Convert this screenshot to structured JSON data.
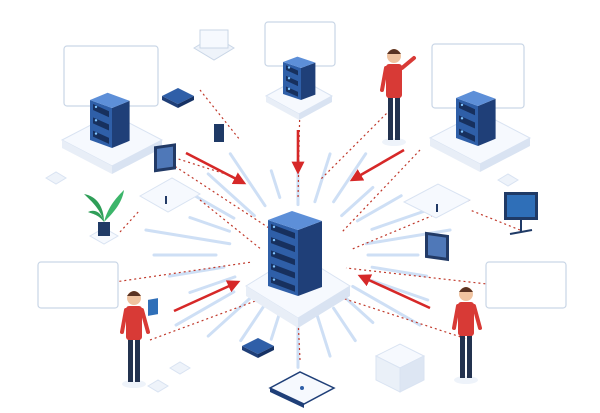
{
  "scene": {
    "title": "",
    "description_text": ""
  },
  "palette": {
    "server_dark": "#1f3f78",
    "server_mid": "#2f5fa8",
    "server_light": "#5d8fd8",
    "led": "#7fc4ff",
    "platform_top": "#f6f9fe",
    "platform_side": "#d9e3f2",
    "arrow_red": "#d62828",
    "dotted_red": "#c0392b",
    "ray_blue": "#c9dcf4",
    "panel_stroke": "#c9d6e6",
    "shirt_red": "#d83a36",
    "pants_dark": "#23324f",
    "skin": "#f0c3a0",
    "plant_green": "#2f9e58"
  },
  "nodes": [
    {
      "id": "central-server",
      "kind": "server-large"
    },
    {
      "id": "server-top-left",
      "kind": "server"
    },
    {
      "id": "server-top-center",
      "kind": "server-small"
    },
    {
      "id": "server-top-right",
      "kind": "server"
    },
    {
      "id": "monitor-left",
      "kind": "monitor"
    },
    {
      "id": "monitor-right",
      "kind": "monitor"
    },
    {
      "id": "tv-right",
      "kind": "display"
    },
    {
      "id": "plant",
      "kind": "plant"
    },
    {
      "id": "router-top",
      "kind": "router"
    },
    {
      "id": "router-bottom",
      "kind": "router"
    },
    {
      "id": "switch-bottom",
      "kind": "switch"
    },
    {
      "id": "cube-bottom-right",
      "kind": "cube"
    },
    {
      "id": "person-top",
      "kind": "person"
    },
    {
      "id": "person-left",
      "kind": "person"
    },
    {
      "id": "person-right",
      "kind": "person"
    }
  ],
  "icons": [
    "server-icon",
    "monitor-icon",
    "router-icon",
    "plant-icon",
    "person-icon",
    "arrow-icon",
    "empty-panel-icon",
    "cube-icon"
  ]
}
